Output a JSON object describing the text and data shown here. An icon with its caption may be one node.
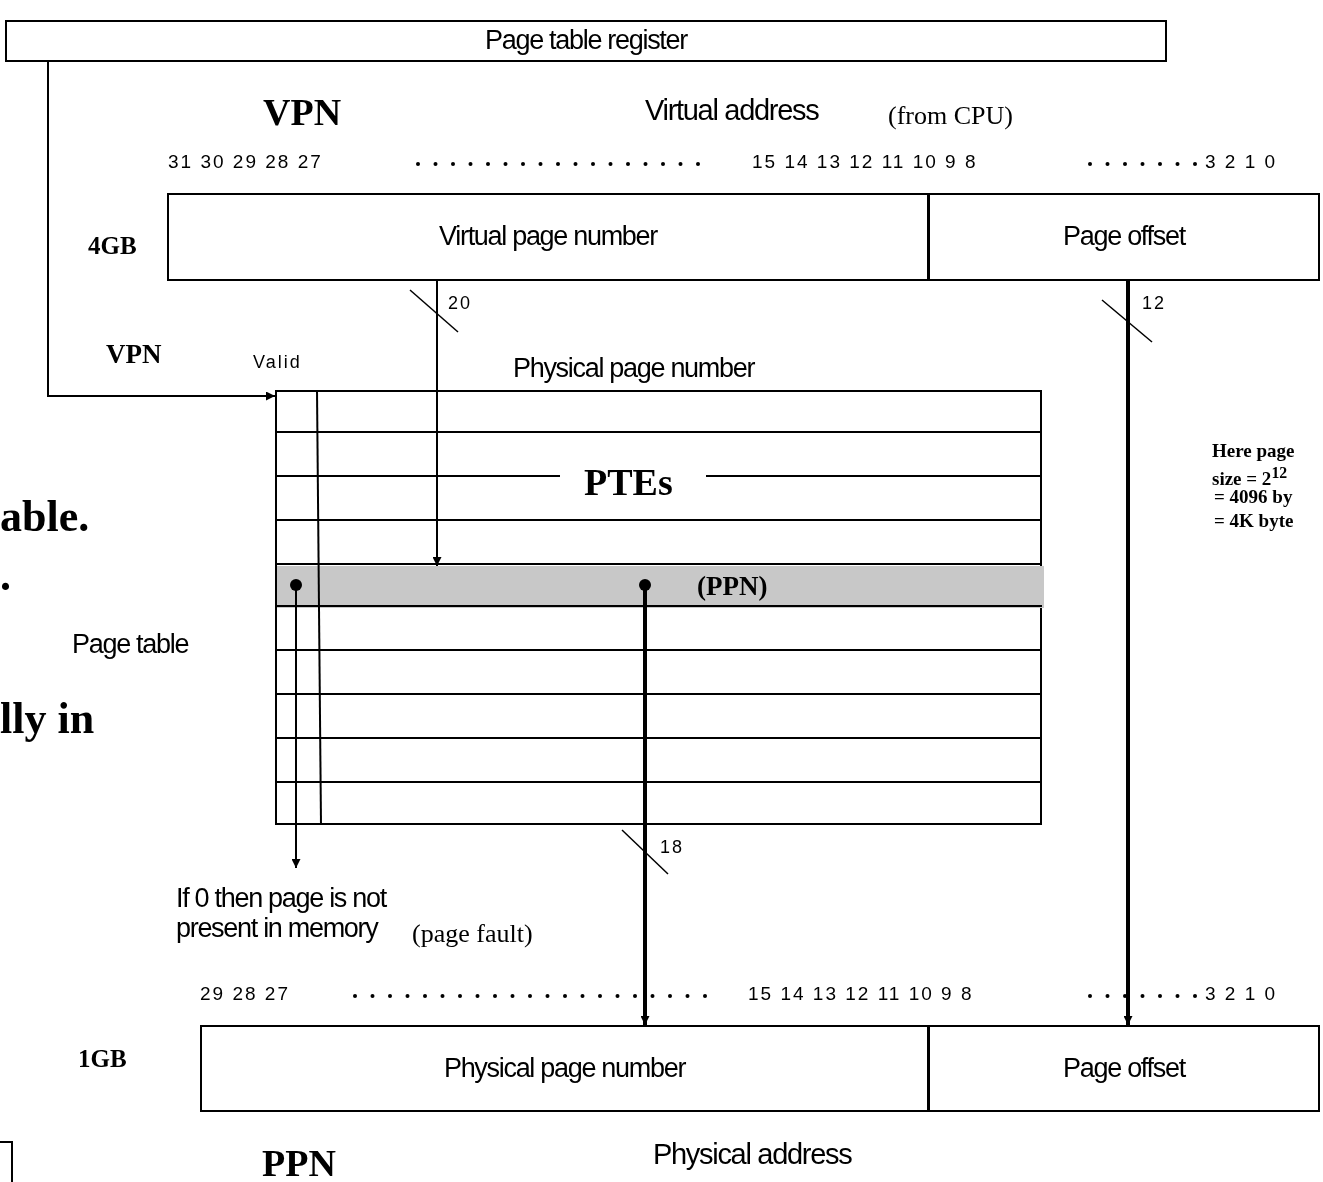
{
  "diagram": {
    "nodes": [
      {
        "text": [
          "Page table register"
        ]
      },
      {
        "text": [
          "Virtual page number"
        ]
      },
      {
        "text": [
          "Page offset"
        ]
      },
      {
        "text": [],
        "shape": "box"
      },
      {
        "text": [
          "(PPN)"
        ],
        "in": 3
      },
      {
        "text": [
          "If 0 then page is not present in memory",
          "(page fault)"
        ]
      },
      {
        "text": [
          "Physical page number"
        ]
      },
      {
        "text": [
          "Page offset"
        ]
      }
    ],
    "edges": [
      {
        "from": 0,
        "to": 3,
        "arrow": "to"
      },
      {
        "from": 1,
        "to": 4,
        "arrow": "to",
        "label": "20"
      },
      {
        "from": 2,
        "to": 7,
        "arrow": "to",
        "label": "12",
        "style": "thick"
      },
      {
        "from": 4,
        "to": 6,
        "arrow": "to",
        "label": "18",
        "style": "thick"
      },
      {
        "from": 4,
        "to": 5,
        "arrow": "to"
      }
    ],
    "labels": [
      "VPN",
      "Virtual address",
      "(from CPU)",
      "31 30 29 28 27",
      "15 14 13 12 11 10 9 8",
      "3 2 1 0",
      "4GB",
      "VPN",
      "Valid",
      "Physical page number",
      "PTEs",
      "able.",
      "Here page",
      "size = 2$^{12}$",
      ".",
      "= 4096 by",
      "= 4K byte",
      "Page table",
      "lly in",
      "29 28 27",
      "15 14 13 12 11 10 9 8",
      "3 2 1 0",
      "1GB",
      "PPN",
      "Physical address"
    ]
  }
}
